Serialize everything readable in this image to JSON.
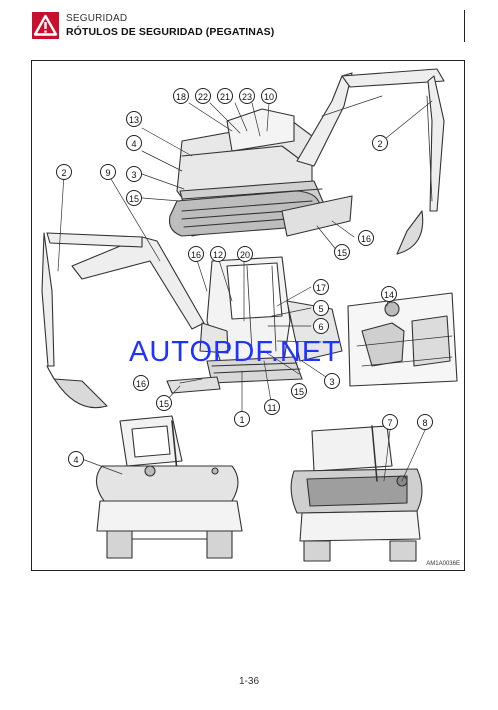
{
  "header": {
    "section": "SEGURIDAD",
    "title": "RÓTULOS DE SEGURIDAD (PEGATINAS)",
    "warning_color": "#c8102e"
  },
  "figure": {
    "code": "AM1A0036E",
    "callouts": [
      "18",
      "22",
      "21",
      "23",
      "10",
      "13",
      "4",
      "3",
      "15",
      "2",
      "16",
      "15",
      "9",
      "2",
      "16",
      "12",
      "20",
      "17",
      "5",
      "6",
      "3",
      "15",
      "11",
      "1",
      "16",
      "15",
      "14",
      "4",
      "7",
      "8"
    ]
  },
  "watermark": "AUTOPDF.NET",
  "page_number": "1-36"
}
